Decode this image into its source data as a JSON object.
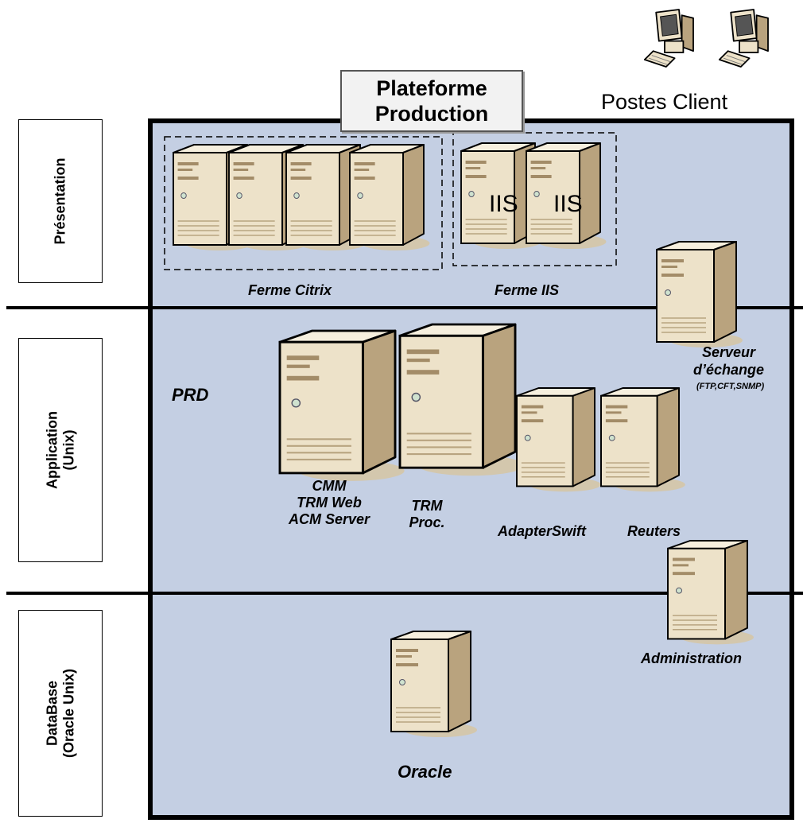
{
  "title": {
    "line1": "Plateforme",
    "line2": "Production"
  },
  "clients": {
    "label": "Postes Client"
  },
  "tiers": [
    {
      "label": "Présentation"
    },
    {
      "label": "Application\n(Unix)"
    },
    {
      "label": "DataBase\n(Oracle Unix)"
    }
  ],
  "farms": {
    "citrix": "Ferme Citrix",
    "iis": "Ferme IIS",
    "iis_server_text": "IIS"
  },
  "labels": {
    "prd": "PRD",
    "cmm": "CMM\nTRM Web\nACM Server",
    "trm_proc": "TRM\nProc.",
    "adapter": "AdapterSwift",
    "reuters": "Reuters",
    "exchange_title": "Serveur\nd’échange",
    "exchange_protocols": "(FTP,CFT,SNMP)",
    "admin": "Administration",
    "oracle": "Oracle"
  },
  "colors": {
    "zone": "#c4cfe3",
    "server": "#ece0c8",
    "server_dark": "#b9a37e",
    "shadow": "#cfc3a8"
  }
}
